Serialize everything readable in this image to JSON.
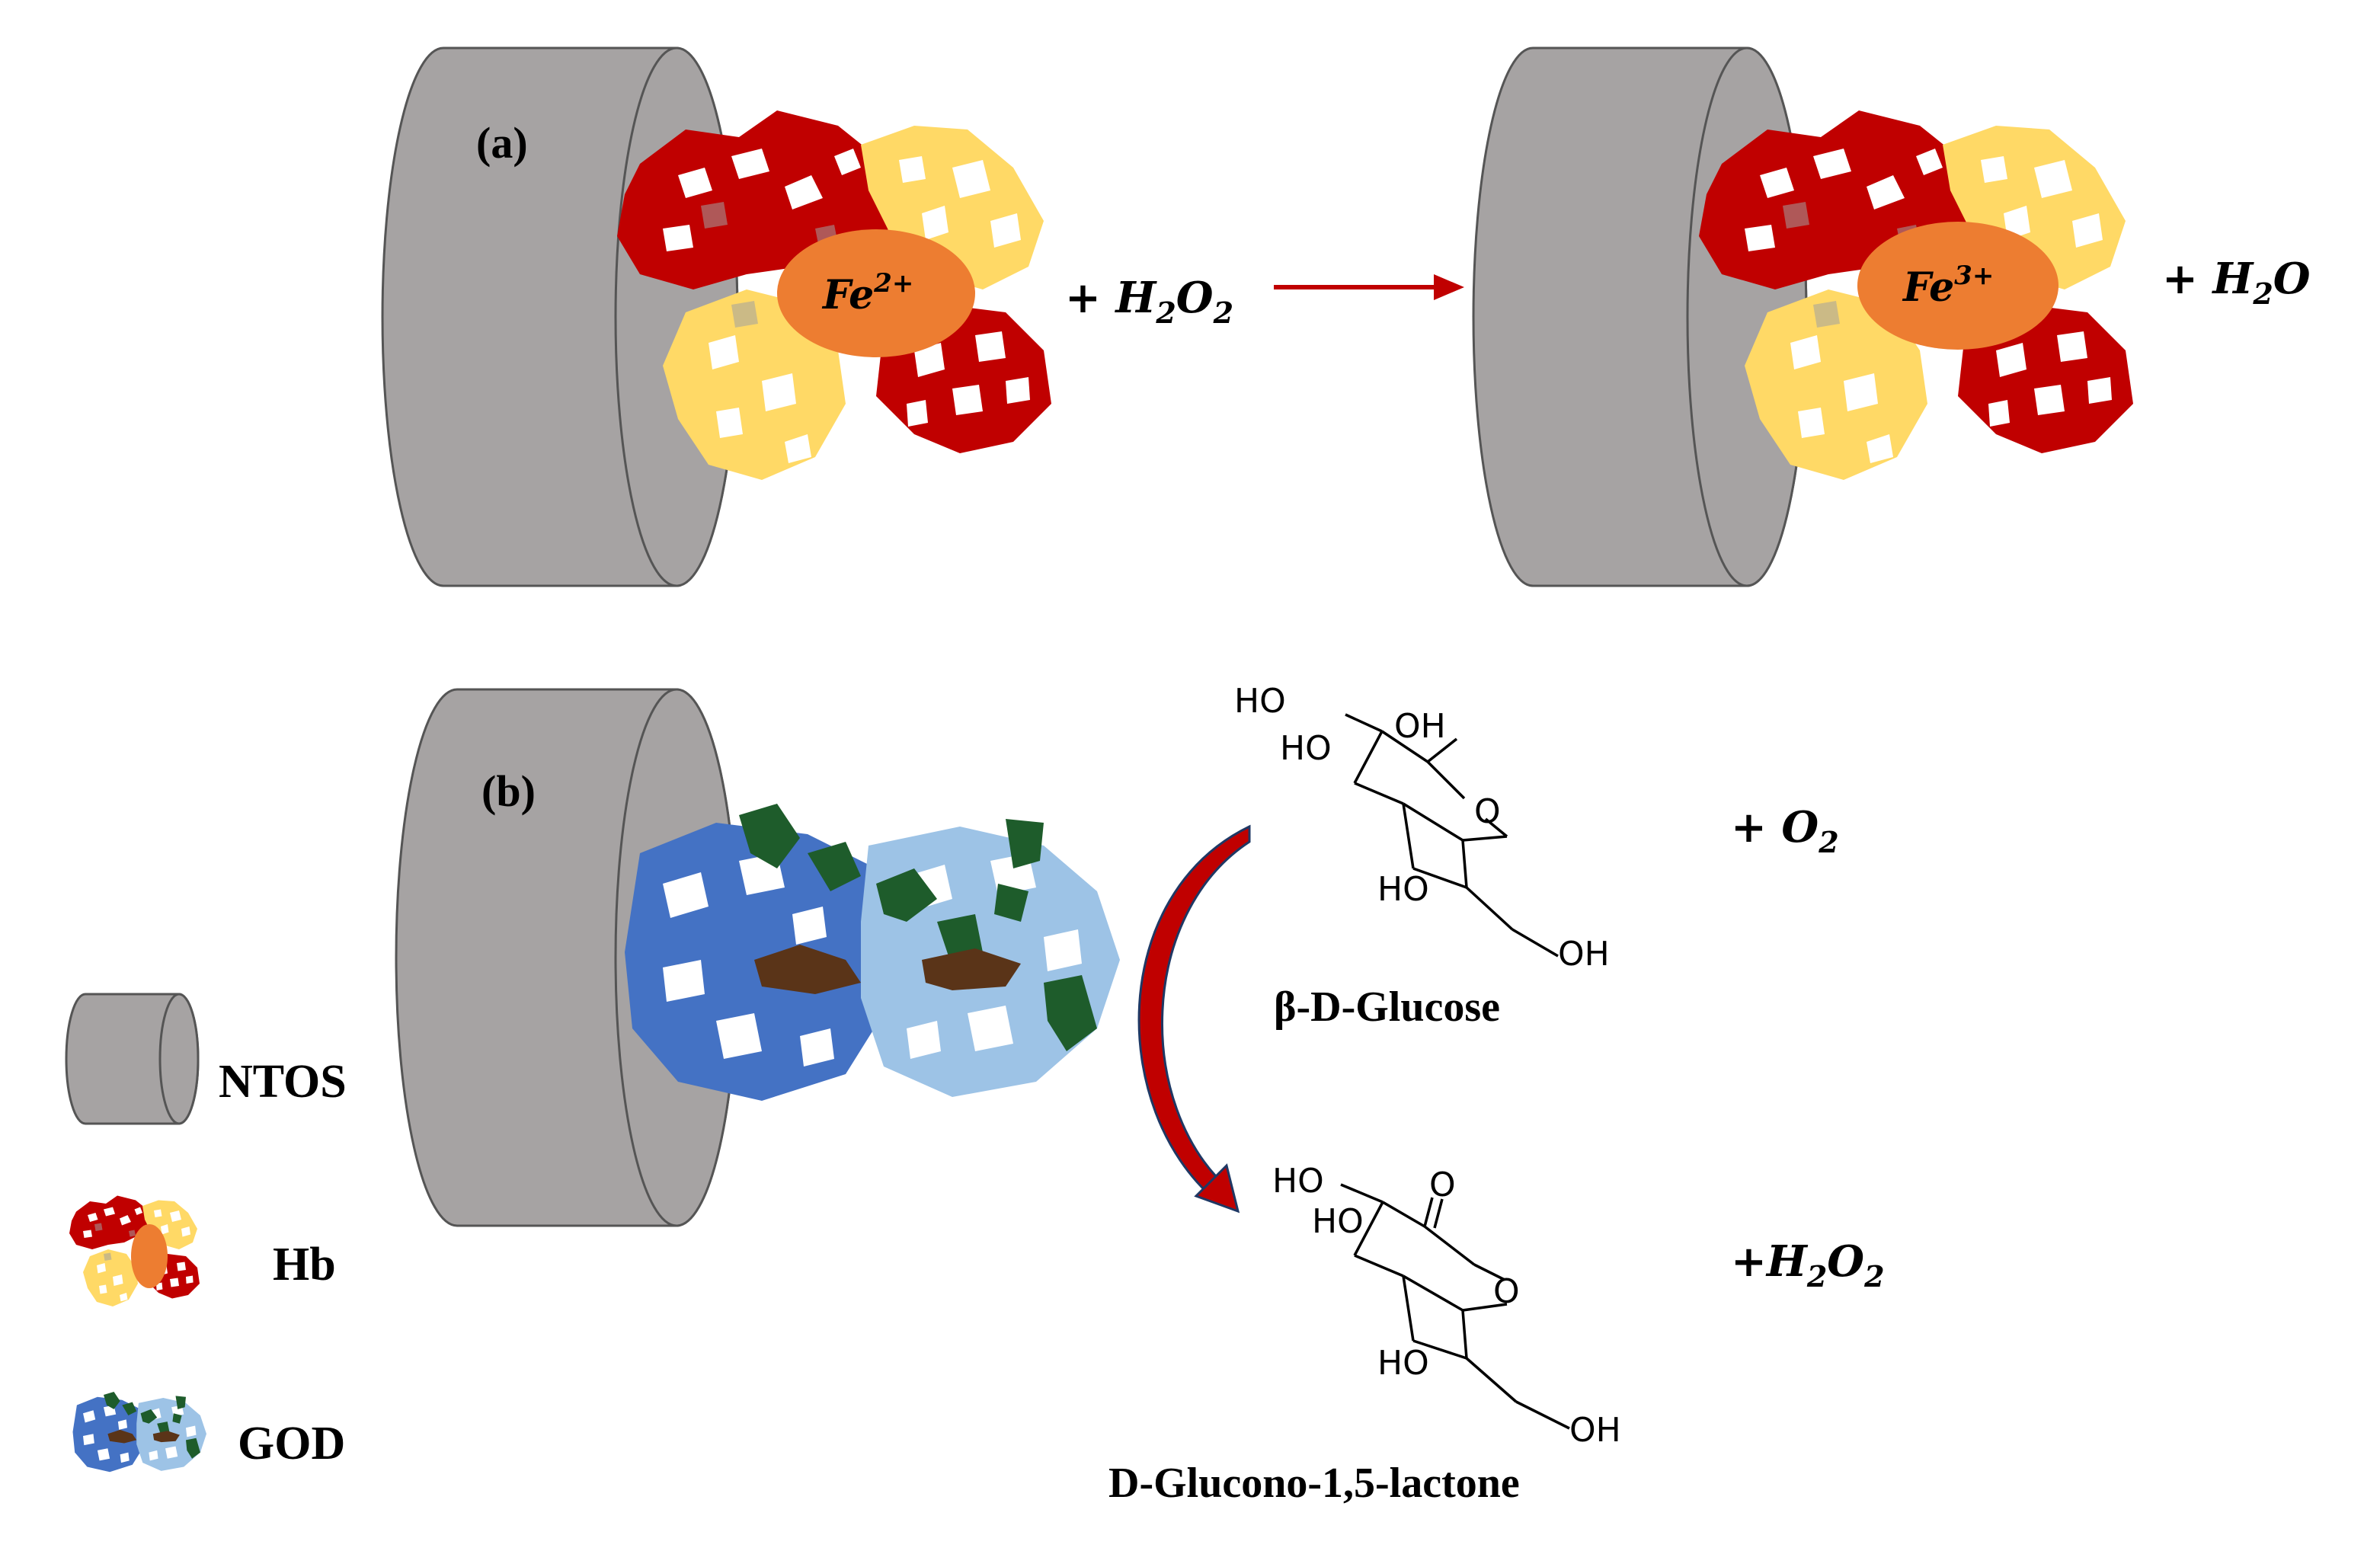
{
  "panels": {
    "a": {
      "label": "(a)",
      "fe_before": {
        "base": "Fe",
        "charge": "2+"
      },
      "fe_after": {
        "base": "Fe",
        "charge": "3+"
      },
      "reactant": {
        "prefix": "+ H",
        "sub1": "2",
        "mid": "O",
        "sub2": "2"
      },
      "product": {
        "prefix": "+ H",
        "sub1": "2",
        "mid": "O"
      }
    },
    "b": {
      "label": "(b)",
      "glucose_name": "β-D-Glucose",
      "lactone_name": "D-Glucono-1,5-lactone",
      "oxygen": {
        "prefix": "+ O",
        "sub": "2"
      },
      "peroxide": {
        "prefix": "+H",
        "sub1": "2",
        "mid": "O",
        "sub2": "2"
      },
      "glucose_groups": [
        "HO",
        "OH",
        "HO",
        "O",
        "HO",
        "OH"
      ],
      "lactone_groups": [
        "HO",
        "O",
        "HO",
        "O",
        "HO",
        "OH"
      ]
    }
  },
  "legend": [
    {
      "label": "NTOS",
      "icon": "cylinder-icon"
    },
    {
      "label": "Hb",
      "icon": "hemoglobin-icon"
    },
    {
      "label": "GOD",
      "icon": "glucose-oxidase-icon"
    }
  ],
  "colors": {
    "electrode": "#a6a3a3",
    "hb_red": "#c00000",
    "hb_yellow": "#ffd966",
    "heme": "#ed7d31",
    "arrow": "#c00000",
    "god_dark_blue": "#4472c4",
    "god_light_blue": "#9dc3e6",
    "god_green": "#1e5c2b",
    "god_brown": "#5a3418"
  }
}
